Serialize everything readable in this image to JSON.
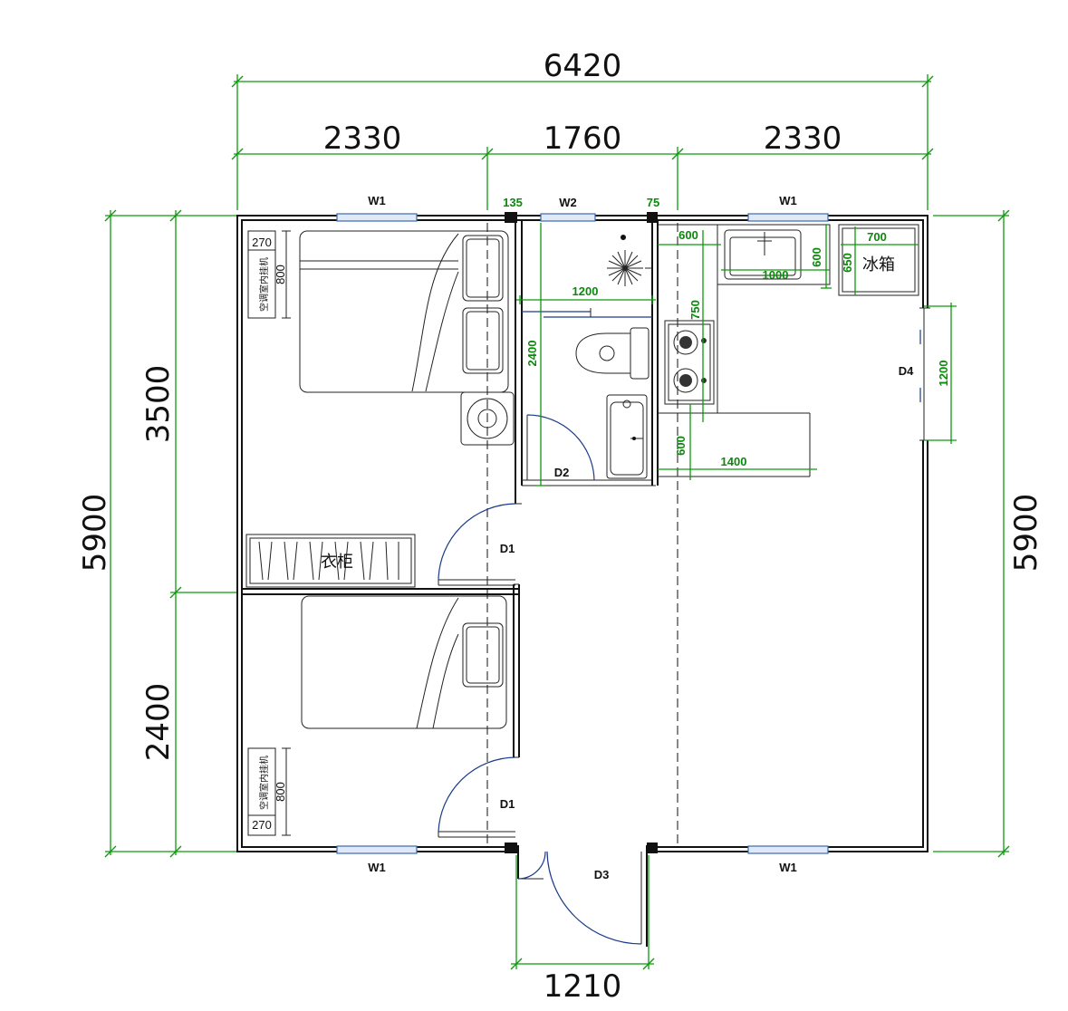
{
  "dimensions": {
    "total_width": "6420",
    "left_width": "2330",
    "middle_width": "1760",
    "right_width": "2330",
    "left_total_height": "5900",
    "left_upper_height": "3500",
    "left_lower_height": "2400",
    "right_height": "5900",
    "entry_width": "1210"
  },
  "windows": {
    "w1": "W1",
    "w2": "W2"
  },
  "doors": {
    "d1": "D1",
    "d2": "D2",
    "d3": "D3",
    "d4": "D4"
  },
  "bathroom_dims": {
    "wall_135": "135",
    "wall_75": "75",
    "width_1200": "1200",
    "height_2400": "2400"
  },
  "kitchen_dims": {
    "dim_600_top": "600",
    "sink_1000": "1000",
    "sink_600": "600",
    "fridge_700": "700",
    "fridge_650": "650",
    "stove_750": "750",
    "counter_600": "600",
    "counter_1400": "1400",
    "door_1200": "1200"
  },
  "fixtures": {
    "fridge": "冰箱",
    "wardrobe": "衣柜",
    "ac_unit": "空调室内挂机",
    "ac_270": "270",
    "ac_800": "800"
  }
}
